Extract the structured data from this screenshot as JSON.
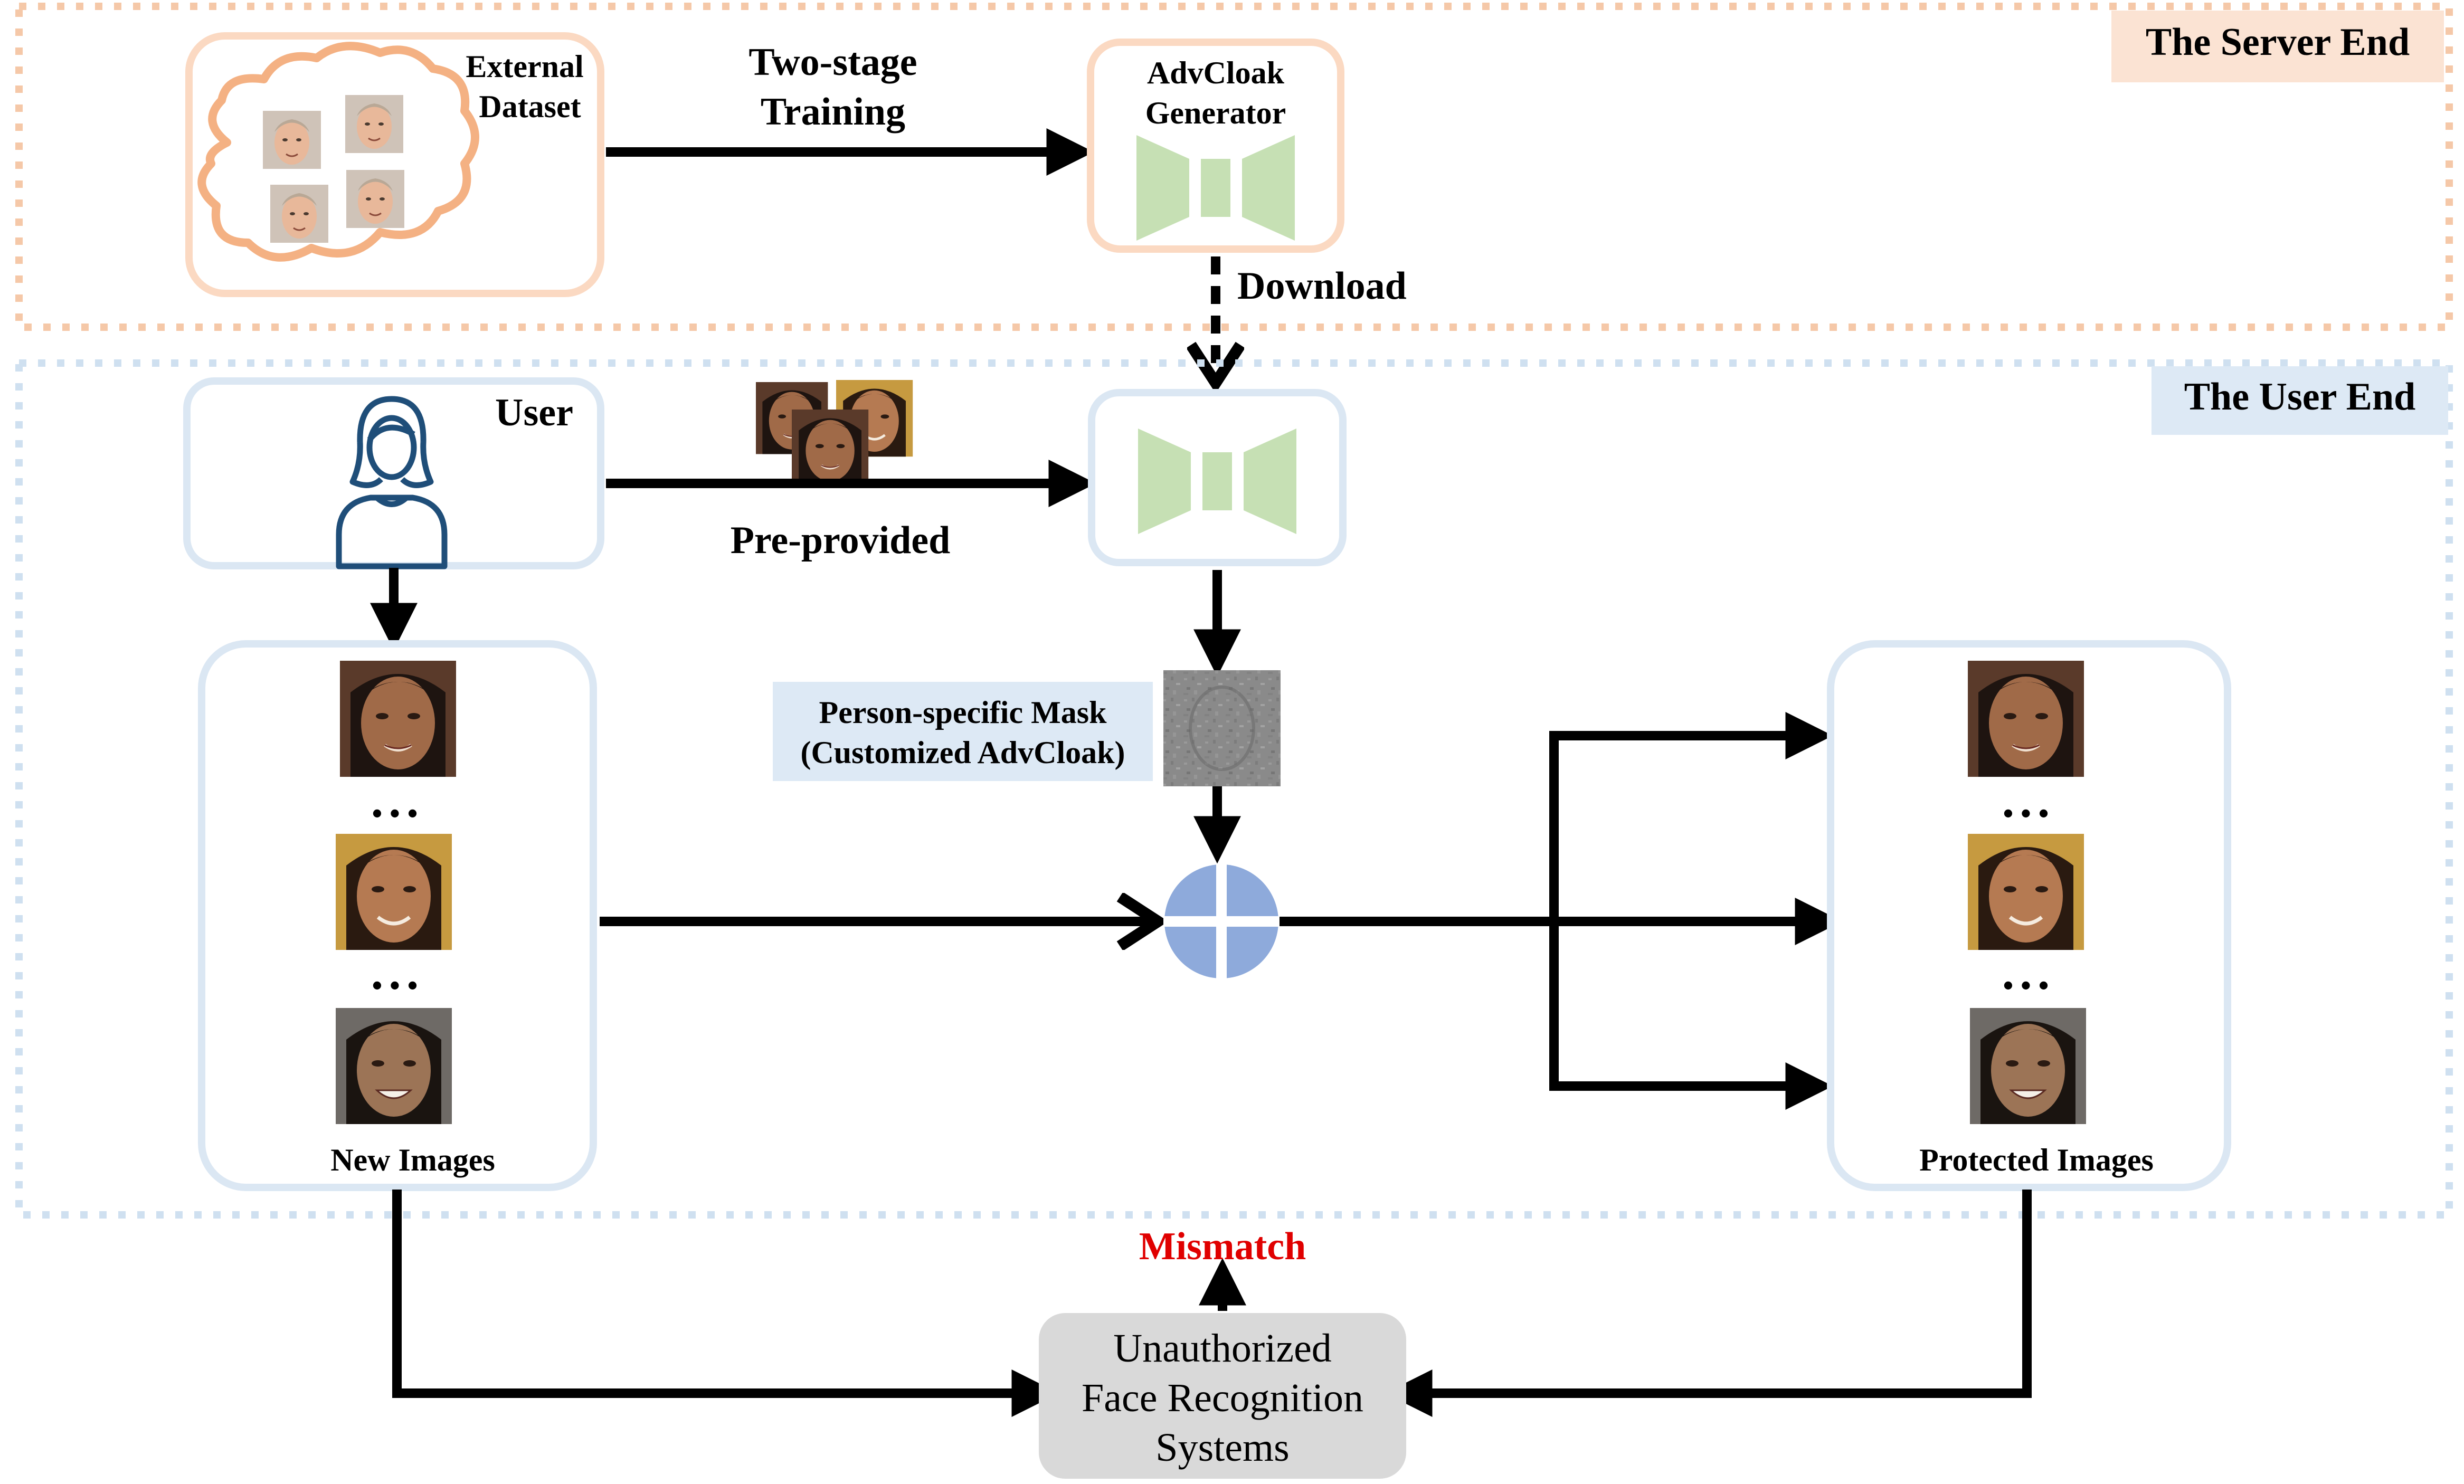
{
  "server_end": {
    "title": "The Server End",
    "dataset_label": [
      "External",
      "Dataset"
    ],
    "training_label": [
      "Two-stage",
      "Training"
    ],
    "generator_label": [
      "AdvCloak",
      "Generator"
    ],
    "download_label": "Download"
  },
  "user_end": {
    "title": "The User End",
    "user_label": "User",
    "preprovided_label": "Pre-provided",
    "mask_label": [
      "Person-specific Mask",
      "(Customized AdvCloak)"
    ],
    "new_images_label": "New Images",
    "protected_images_label": "Protected Images",
    "ellipsis": "• • •"
  },
  "recognition": {
    "label": [
      "Unauthorized",
      "Face Recognition",
      "Systems"
    ],
    "mismatch_label": "Mismatch"
  },
  "colors": {
    "server_accent": "#f5c8a8",
    "server_fill": "#fbe3d3",
    "user_accent": "#cfe0f0",
    "user_fill": "#dde9f5",
    "generator_green": "#c6e0b4",
    "plus_blue": "#8eaadb",
    "mismatch_red": "#e00000",
    "system_gray": "#d9d9d9"
  },
  "icons": [
    "person-outline-icon",
    "face-photo-icon",
    "noise-mask-icon",
    "add-circle-icon",
    "cloud-icon"
  ]
}
